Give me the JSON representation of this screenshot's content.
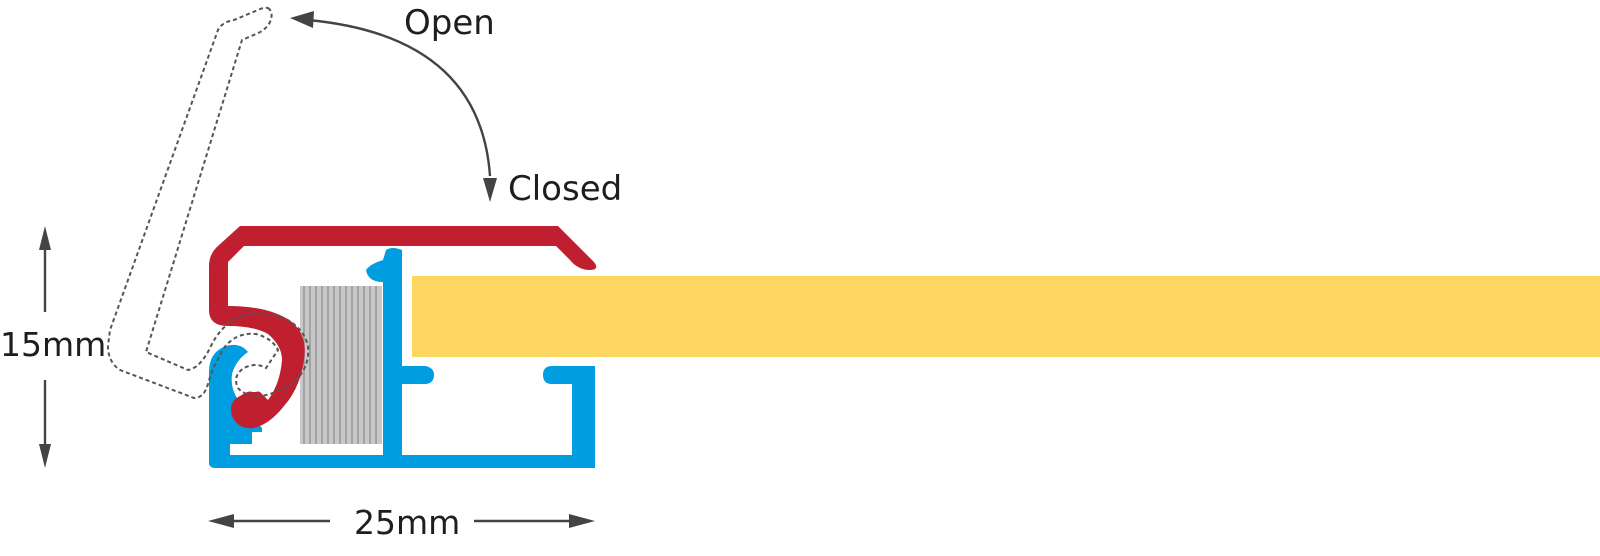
{
  "labels": {
    "open": "Open",
    "closed": "Closed",
    "height": "15mm",
    "width": "25mm"
  },
  "colors": {
    "cover": "#C01F2F",
    "base": "#009DE0",
    "insert": "#FDD661",
    "spring": "#C8C8C8",
    "spring_lines": "#888888",
    "arrows": "#444444",
    "outline": "#555555",
    "text": "#1E1E1E"
  }
}
